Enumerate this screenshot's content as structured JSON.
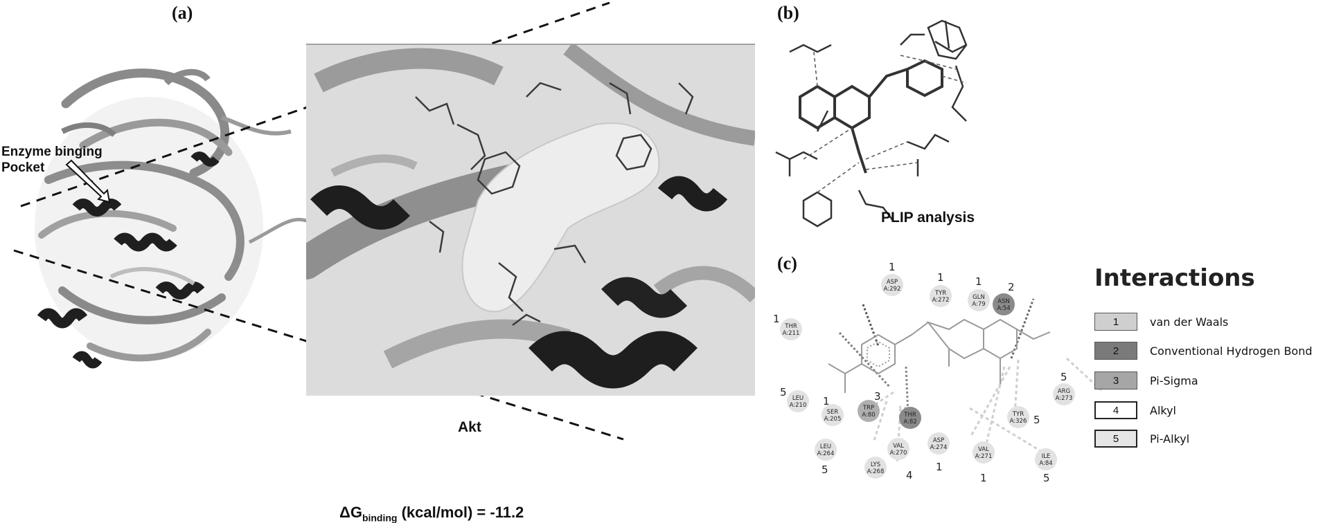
{
  "panels": {
    "a": {
      "label": "(a)",
      "pocket_label_line1": "Enzyme binging",
      "pocket_label_line2": "Pocket",
      "protein_name": "Akt",
      "binding_energy": {
        "prefix": "ΔG",
        "subscript": "binding",
        "suffix": " (kcal/mol) = -11.2"
      }
    },
    "b": {
      "label": "(b)",
      "caption": "PLIP analysis"
    },
    "c": {
      "label": "(c)",
      "residues": [
        {
          "name": "ASP",
          "num": "A:292",
          "type": "1"
        },
        {
          "name": "TYR",
          "num": "A:272",
          "type": "1"
        },
        {
          "name": "GLN",
          "num": "A:79",
          "type": "1"
        },
        {
          "name": "ASN",
          "num": "A:54",
          "type": "2"
        },
        {
          "name": "THR",
          "num": "A:211",
          "type": "1"
        },
        {
          "name": "LEU",
          "num": "A:210",
          "type": "5"
        },
        {
          "name": "SER",
          "num": "A:205",
          "type": "1"
        },
        {
          "name": "TRP",
          "num": "A:80",
          "type": "3"
        },
        {
          "name": "THR",
          "num": "A:82",
          "type": "2"
        },
        {
          "name": "ARG",
          "num": "A:273",
          "type": "5"
        },
        {
          "name": "TYR",
          "num": "A:326",
          "type": "5"
        },
        {
          "name": "LEU",
          "num": "A:264",
          "type": "5"
        },
        {
          "name": "VAL",
          "num": "A:270",
          "type": "4"
        },
        {
          "name": "ASP",
          "num": "A:274",
          "type": "1"
        },
        {
          "name": "LYS",
          "num": "A:268",
          "type": "5"
        },
        {
          "name": "VAL",
          "num": "A:271",
          "type": "1"
        },
        {
          "name": "ILE",
          "num": "A:84",
          "type": "5"
        }
      ]
    }
  },
  "legend": {
    "title": "Interactions",
    "items": [
      {
        "num": "1",
        "label": "van der Waals",
        "color": "#cfcfcf"
      },
      {
        "num": "2",
        "label": "Conventional Hydrogen Bond",
        "color": "#7a7a7a"
      },
      {
        "num": "3",
        "label": "Pi-Sigma",
        "color": "#a6a6a6"
      },
      {
        "num": "4",
        "label": "Alkyl",
        "color": "#ffffff"
      },
      {
        "num": "5",
        "label": "Pi-Alkyl",
        "color": "#e6e6e6"
      }
    ]
  }
}
